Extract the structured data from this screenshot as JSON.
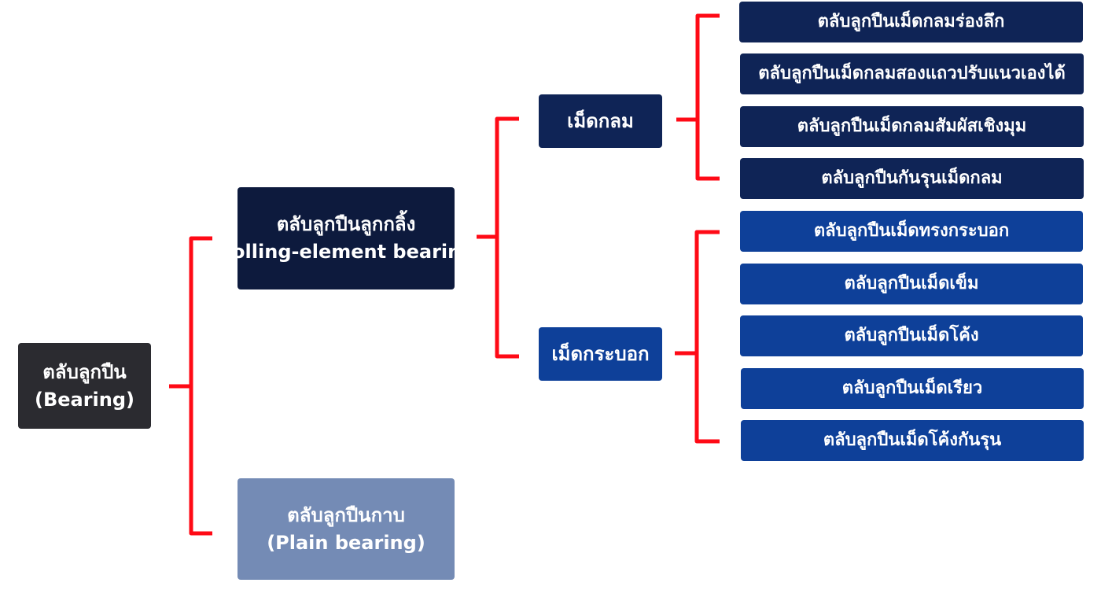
{
  "colors": {
    "connector": "#ff0a16",
    "root": "#2b2b30",
    "rolling": "#0d1a3d",
    "plain": "#748bb5",
    "ball": "#0f2456",
    "roller": "#0e4099"
  },
  "root": {
    "line1": "ตลับลูกปืน",
    "line2": "(Bearing)"
  },
  "rolling": {
    "line1": "ตลับลูกปืนลูกกลิ้ง",
    "line2": "Rolling-element bearing"
  },
  "plain": {
    "line1": "ตลับลูกปืนกาบ",
    "line2": "(Plain bearing)"
  },
  "ball": {
    "label": "เม็ดกลม",
    "items": [
      "ตลับลูกปืนเม็ดกลมร่องลึก",
      "ตลับลูกปืนเม็ดกลมสองแถวปรับแนวเองได้",
      "ตลับลูกปืนเม็ดกลมสัมผัสเชิงมุม",
      "ตลับลูกปืนกันรุนเม็ดกลม"
    ]
  },
  "roller": {
    "label": "เม็ดกระบอก",
    "items": [
      "ตลับลูกปืนเม็ดทรงกระบอก",
      "ตลับลูกปืนเม็ดเข็ม",
      "ตลับลูกปืนเม็ดโค้ง",
      "ตลับลูกปืนเม็ดเรียว",
      "ตลับลูกปืนเม็ดโค้งกันรุน"
    ]
  }
}
